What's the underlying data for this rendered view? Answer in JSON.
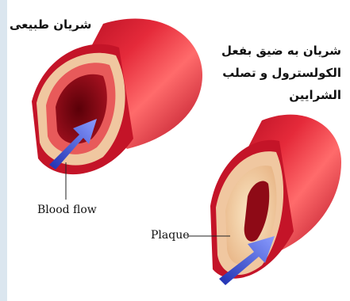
{
  "labels": {
    "normal_artery": "شریان طبیعی",
    "narrowed_artery": "شریان به ضیق بفعل الكولسترول و تصلب الشرايين",
    "blood_flow": "Blood flow",
    "plaque": "Plaque"
  },
  "colors": {
    "artery_outer": "#c8102e",
    "artery_wall": "#e85a5a",
    "artery_inner": "#8e0a16",
    "layer_tan": "#f0c7a0",
    "plaque": "#f3d7a8",
    "arrow": "#3c4fd8",
    "background": "#dbe6ef"
  }
}
